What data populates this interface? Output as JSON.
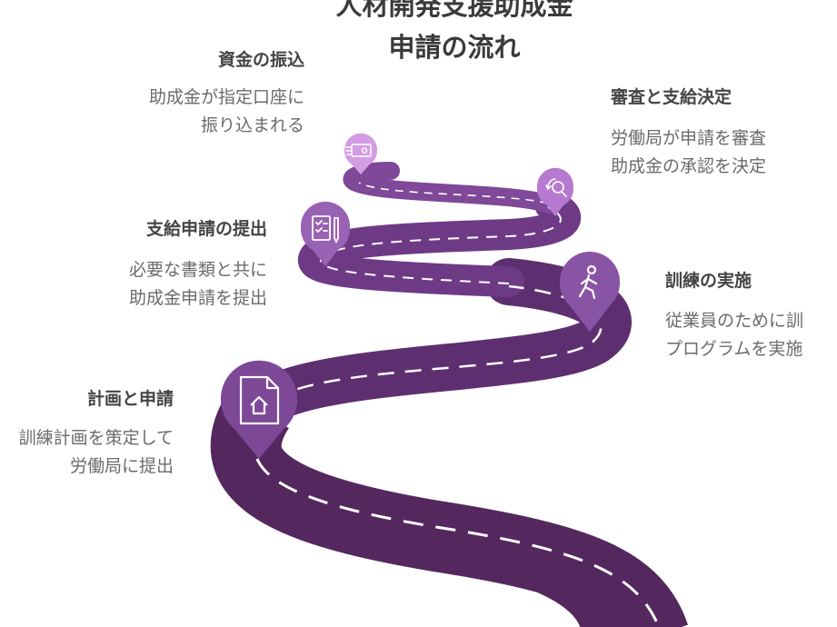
{
  "title": {
    "line1": "人材開発支援助成金",
    "line2": "申請の流れ"
  },
  "colors": {
    "road_dark": "#54285f",
    "road_mid": "#6e3a86",
    "road_light": "#7f4898",
    "marker_large": "#7d4896",
    "marker_mid": "#9a62b5",
    "marker_small": "#c58ad9",
    "marker_tiny": "#d9a6e6",
    "dash": "#ffffff"
  },
  "steps": [
    {
      "id": "plan",
      "icon": "document-home-icon",
      "heading": "計画と申請",
      "desc": [
        "訓練計画を策定して",
        "労働局に提出"
      ]
    },
    {
      "id": "training",
      "icon": "running-person-icon",
      "heading": "訓練の実施",
      "desc": [
        "従業員のために訓",
        "プログラムを実施"
      ]
    },
    {
      "id": "application",
      "icon": "checklist-pen-icon",
      "heading": "支給申請の提出",
      "desc": [
        "必要な書類と共に",
        "助成金申請を提出"
      ]
    },
    {
      "id": "review",
      "icon": "review-magnifier-icon",
      "heading": "審査と支給決定",
      "desc": [
        "労働局が申請を審査",
        "助成金の承認を決定"
      ]
    },
    {
      "id": "transfer",
      "icon": "money-transfer-icon",
      "heading": "資金の振込",
      "desc": [
        "助成金が指定口座に",
        "振り込まれる"
      ]
    }
  ]
}
